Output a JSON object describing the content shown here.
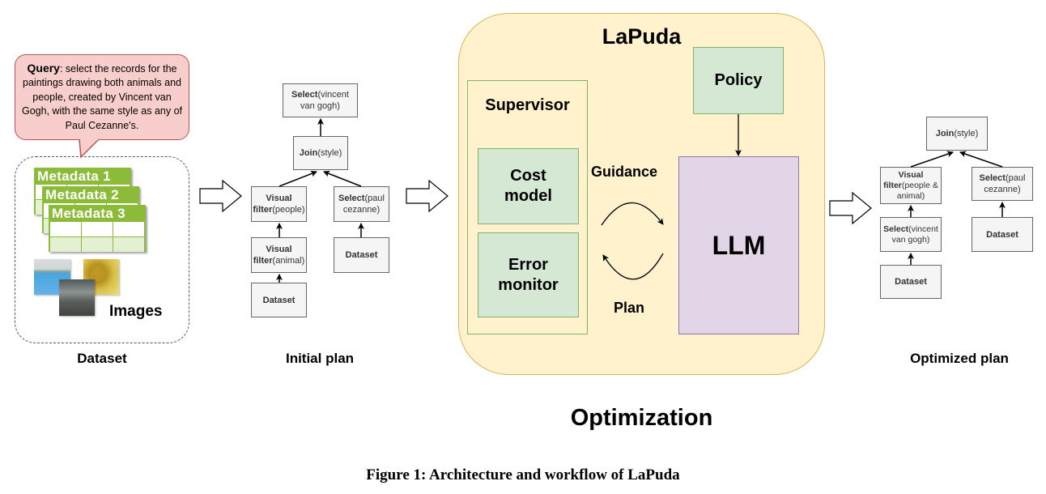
{
  "figure": {
    "caption": "Figure 1: Architecture and workflow of LaPuda",
    "optimization_label": "Optimization"
  },
  "query": {
    "label": "Query",
    "text": ": select the records for the paintings drawing both animals and people, created by Vincent van Gogh, with the same style as any of Paul Cezanne's."
  },
  "dataset": {
    "caption": "Dataset",
    "metadata": [
      "Metadata  1",
      "Metadata  2",
      "Metadata  3"
    ],
    "images_label": "Images",
    "images": [
      "seascape-painting",
      "sunflowers-painting",
      "surreal-landscape-painting"
    ]
  },
  "initial_plan": {
    "caption": "Initial plan",
    "nodes": {
      "select_vvg": {
        "op": "Select",
        "arg": "(vincent van gogh)"
      },
      "join": {
        "op": "Join",
        "arg": "(style)"
      },
      "vf_people": {
        "op": "Visual filter",
        "arg": "(people)"
      },
      "select_pc": {
        "op": "Select",
        "arg": "(paul cezanne)"
      },
      "vf_animal": {
        "op": "Visual filter",
        "arg": "(animal)"
      },
      "dataset_left": {
        "op": "Dataset",
        "arg": ""
      },
      "dataset_right": {
        "op": "Dataset",
        "arg": ""
      }
    }
  },
  "lapuda": {
    "title": "LaPuda",
    "policy": "Policy",
    "supervisor": "Supervisor",
    "cost_model": "Cost model",
    "error_monitor": "Error monitor",
    "guidance": "Guidance",
    "plan": "Plan",
    "llm": "LLM"
  },
  "optimized_plan": {
    "caption": "Optimized plan",
    "nodes": {
      "join": {
        "op": "Join",
        "arg": "(style)"
      },
      "vf": {
        "op": "Visual filter",
        "arg": "(people & animal)"
      },
      "select_pc": {
        "op": "Select",
        "arg": "(paul cezanne)"
      },
      "select_vvg": {
        "op": "Select",
        "arg": "(vincent van gogh)"
      },
      "dataset_left": {
        "op": "Dataset",
        "arg": ""
      },
      "dataset_right": {
        "op": "Dataset",
        "arg": ""
      }
    }
  },
  "colors": {
    "query_fill": "#f8cecc",
    "query_stroke": "#b85450",
    "lapuda_fill": "#fff2cc",
    "lapuda_stroke": "#d6b656",
    "green_fill": "#d5e8d4",
    "green_stroke": "#82b366",
    "llm_fill": "#e1d5e7",
    "llm_stroke": "#9673a6",
    "metadata_green": "#8cbb3a",
    "node_fill": "#f5f5f5"
  }
}
